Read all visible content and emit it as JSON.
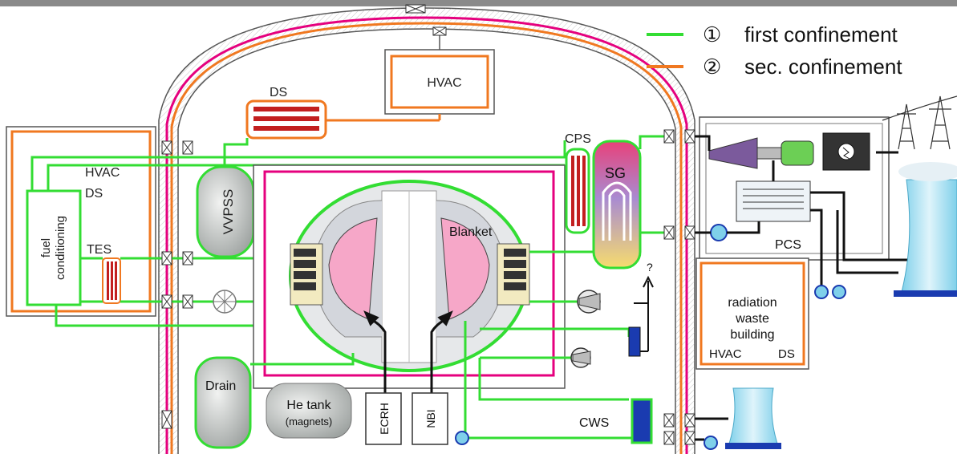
{
  "legend": {
    "items": [
      {
        "marker": "①",
        "label": "first confinement",
        "color": "#33dd33"
      },
      {
        "marker": "②",
        "label": "sec. confinement",
        "color": "#f07820"
      }
    ]
  },
  "labels": {
    "hvac_top": "HVAC",
    "ds_top": "DS",
    "cps": "CPS",
    "sg": "SG",
    "hvac_left": "HVAC",
    "ds_left": "DS",
    "fuel_conditioning": "fuel\nconditioning",
    "tes": "TES",
    "vvpss": "VVPSS",
    "blanket": "Blanket",
    "question": "?",
    "pcs": "PCS",
    "radiation_waste_building": "radiation\nwaste\nbuilding",
    "hvac_rw": "HVAC",
    "ds_rw": "DS",
    "drain": "Drain",
    "he_tank": "He tank",
    "magnets": "(magnets)",
    "ecrh": "ECRH",
    "nbi": "NBI",
    "cws": "CWS"
  },
  "colors": {
    "first_confinement": "#33dd33",
    "second_confinement": "#f07820",
    "building": "#e5007e",
    "plasma": "#f6a7c8",
    "sg_top": "#e8417a",
    "sg_mid": "#a98bd1",
    "sg_bottom": "#f6dc6e",
    "tank": "#bfc4c2"
  }
}
